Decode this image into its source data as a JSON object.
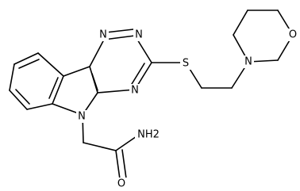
{
  "atom_labels": {
    "n_triazine_1": "N",
    "n_triazine_2": "N",
    "n_triazine_3": "N",
    "n_indole": "N",
    "s_thioether": "S",
    "n_morpholine": "N",
    "o_morpholine": "O",
    "nh2_amide": "NH2",
    "o_amide": "O"
  },
  "colors": {
    "ink": "#000000",
    "background": "#ffffff"
  }
}
